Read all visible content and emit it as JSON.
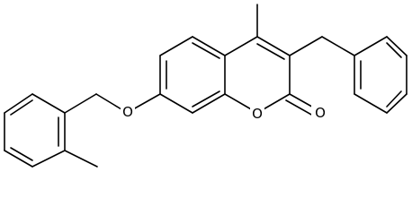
{
  "molecule": {
    "atom_labels": {
      "ring_oxygen": "O",
      "carbonyl_oxygen": "O",
      "ether_oxygen": "O"
    }
  }
}
